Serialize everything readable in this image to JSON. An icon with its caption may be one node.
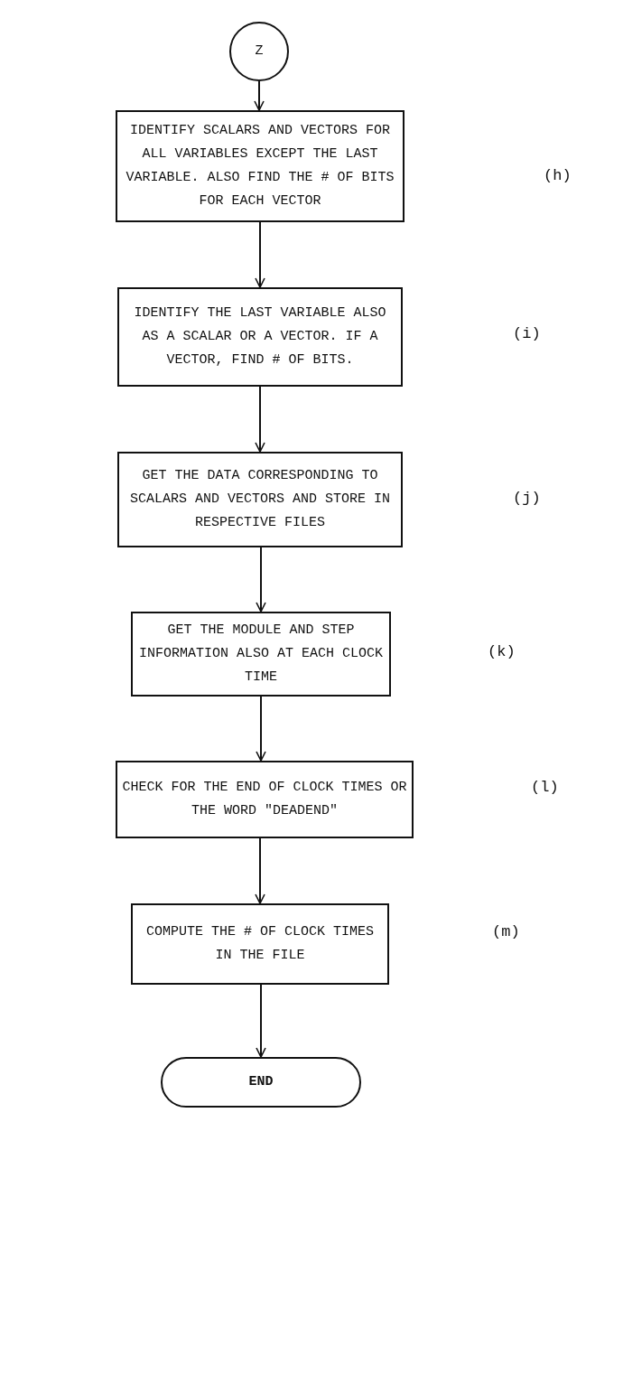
{
  "diagram": {
    "nodes": [
      {
        "text": [
          "Z"
        ]
      },
      {
        "text": [
          "IDENTIFY SCALARS AND VECTORS FOR ALL VARIABLES EXCEPT THE LAST VARIABLE. ALSO FIND THE # OF BITS FOR EACH VECTOR"
        ]
      },
      {
        "text": [
          "IDENTIFY THE LAST VARIABLE ALSO AS A SCALAR OR A VECTOR. IF A VECTOR, FIND # OF BITS."
        ]
      },
      {
        "text": [
          "GET THE DATA CORRESPONDING TO SCALARS AND VECTORS AND STORE IN RESPECTIVE FILES"
        ]
      },
      {
        "text": [
          "GET THE MODULE AND STEP INFORMATION ALSO AT EACH CLOCK TIME"
        ]
      },
      {
        "text": [
          "CHECK FOR THE END OF CLOCK TIMES OR THE WORD \"DEADEND\""
        ]
      },
      {
        "text": [
          "COMPUTE THE # OF CLOCK TIMES IN THE FILE"
        ]
      },
      {
        "text": [
          "END"
        ]
      }
    ],
    "edges": [
      {
        "from": 0,
        "to": 1,
        "arrow": "to"
      },
      {
        "from": 1,
        "to": 2,
        "arrow": "to"
      },
      {
        "from": 2,
        "to": 3,
        "arrow": "to"
      },
      {
        "from": 3,
        "to": 4,
        "arrow": "to"
      },
      {
        "from": 4,
        "to": 5,
        "arrow": "to"
      },
      {
        "from": 5,
        "to": 6,
        "arrow": "to"
      },
      {
        "from": 6,
        "to": 7,
        "arrow": "to"
      }
    ],
    "labels": [
      "(h)",
      "(i)",
      "(j)",
      "(k)",
      "(l)",
      "(m)"
    ]
  }
}
